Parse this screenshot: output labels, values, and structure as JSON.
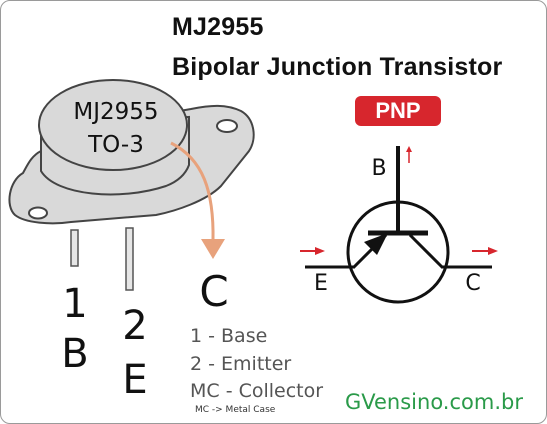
{
  "title": {
    "part_number": "MJ2955",
    "subtitle": "Bipolar Junction Transistor"
  },
  "badge": {
    "label": "PNP",
    "color": "#d7262d"
  },
  "package": {
    "part_label": "MJ2955",
    "case_label": "TO-3"
  },
  "pins": {
    "pin1_number": "1",
    "pin1_letter": "B",
    "pin2_number": "2",
    "pin2_letter": "E",
    "case_letter": "C"
  },
  "symbol": {
    "base_label": "B",
    "emitter_label": "E",
    "collector_label": "C"
  },
  "legend": [
    "1 - Base",
    "2 - Emitter",
    "MC - Collector"
  ],
  "legend_note": "MC -> Metal Case",
  "website": "GVensino.com.br",
  "colors": {
    "arrow_red": "#d7262d",
    "case_arrow": "#e8a27c",
    "website_green": "#2a9a49",
    "case_fill": "#d9d9d9"
  }
}
